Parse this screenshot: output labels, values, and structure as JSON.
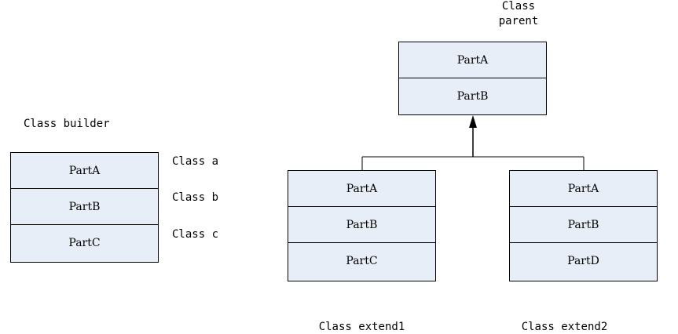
{
  "builder": {
    "title": "Class builder",
    "parts": [
      "PartA",
      "PartB",
      "PartC"
    ],
    "class_labels": [
      "Class a",
      "Class b",
      "Class c"
    ]
  },
  "parent": {
    "title_line1": "Class",
    "title_line2": "parent",
    "parts": [
      "PartA",
      "PartB"
    ]
  },
  "extend1": {
    "title": "Class extend1",
    "parts": [
      "PartA",
      "PartB",
      "PartC"
    ]
  },
  "extend2": {
    "title": "Class extend2",
    "parts": [
      "PartA",
      "PartB",
      "PartD"
    ]
  },
  "colors": {
    "box_fill": "#e8eef8",
    "line": "#000000"
  }
}
